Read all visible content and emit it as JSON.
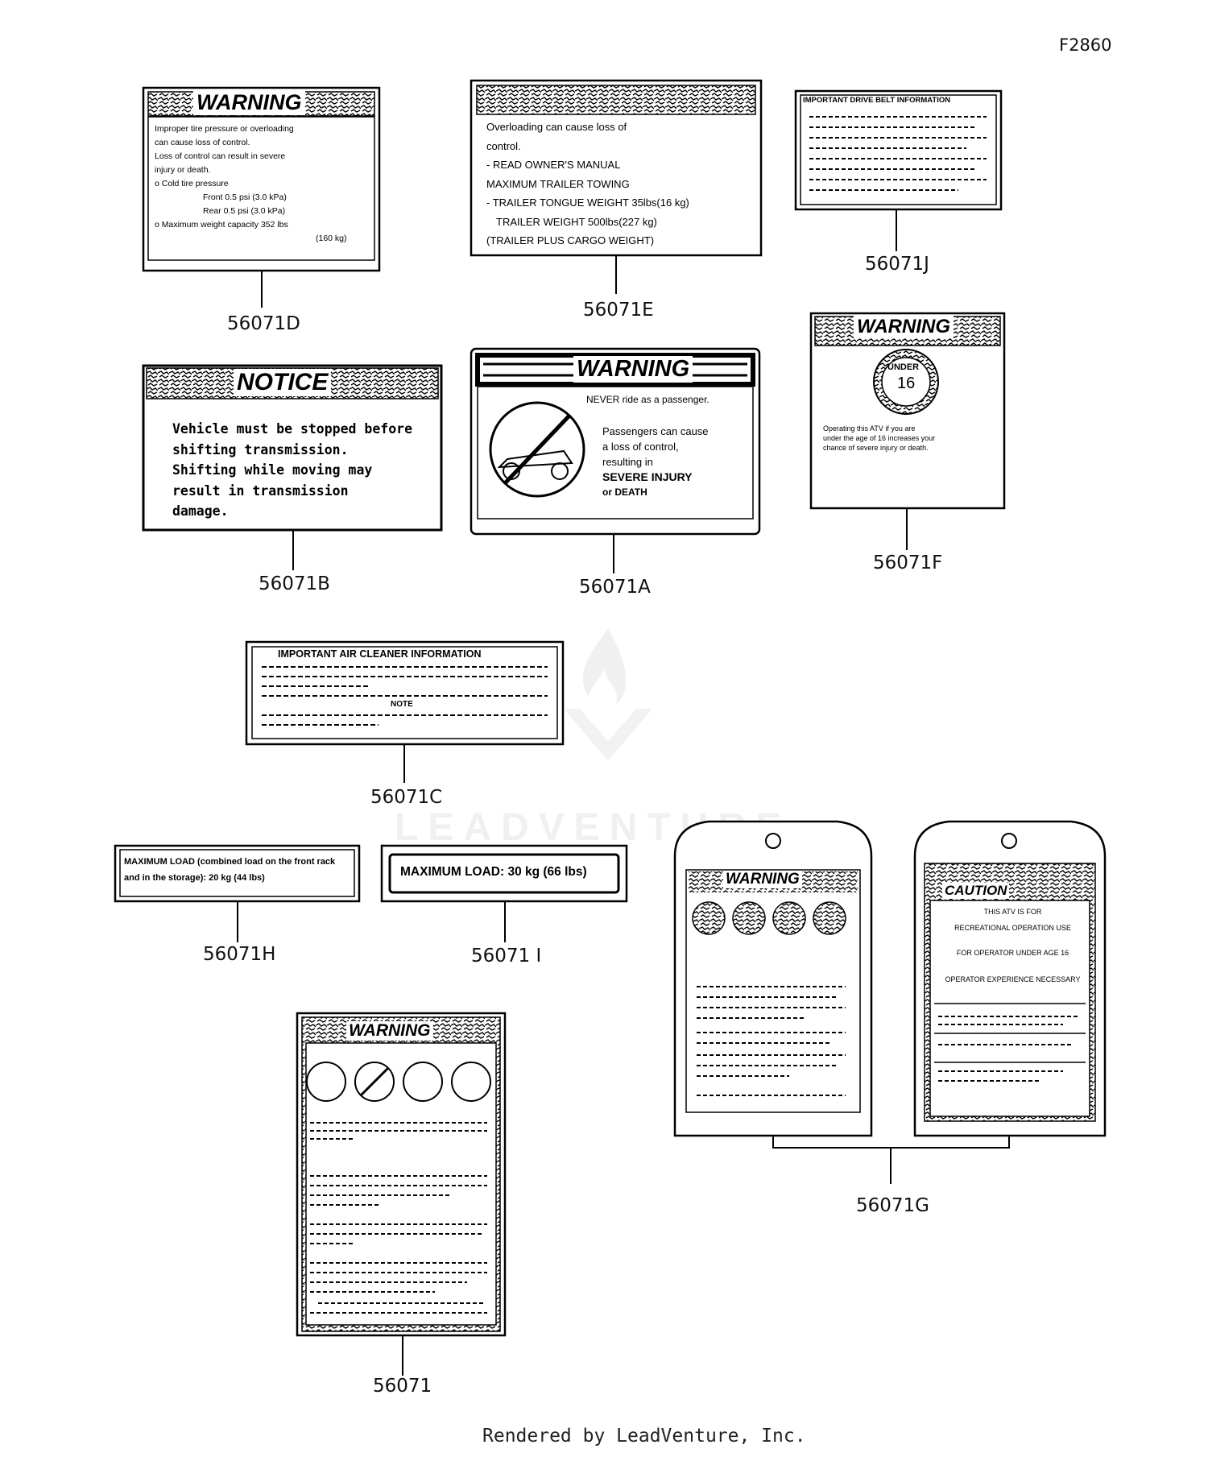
{
  "diagram_code": "F2860",
  "watermark": "LEADVENTURE",
  "footer": "Rendered by LeadVenture, Inc.",
  "parts": {
    "p56071D": "56071D",
    "p56071E": "56071E",
    "p56071J": "56071J",
    "p56071B": "56071B",
    "p56071A": "56071A",
    "p56071F": "56071F",
    "p56071C": "56071C",
    "p56071H": "56071H",
    "p56071I": "56071 I",
    "p56071": "56071",
    "p56071G": "56071G"
  },
  "labels": {
    "warning": "WARNING",
    "notice": "NOTICE",
    "d_lines": [
      "Improper tire pressure or overloading",
      "can cause loss of control.",
      "Loss of control can result in severe",
      "injury or death.",
      "o  Cold tire pressure",
      "Front 0.5 psi (3.0 kPa)",
      "Rear 0.5 psi (3.0 kPa)",
      "o  Maximum weight capacity 352 lbs",
      "(160 kg)"
    ],
    "e_lines": [
      "Overloading can cause loss of",
      "control.",
      "- READ OWNER'S MANUAL",
      "MAXIMUM TRAILER TOWING",
      "- TRAILER TONGUE WEIGHT 35lbs(16 kg)",
      "TRAILER WEIGHT            500lbs(227 kg)",
      "(TRAILER PLUS CARGO WEIGHT)"
    ],
    "b_lines": [
      "Vehicle must be stopped before",
      "shifting transmission.",
      "Shifting while moving may",
      "result in transmission",
      "damage."
    ],
    "a_never": "NEVER ride as a passenger.",
    "a_lines": [
      "Passengers can cause",
      "a loss of control,",
      "resulting in"
    ],
    "a_severe": "SEVERE INJURY",
    "a_death": "or DEATH",
    "f_badge_top": "UNDER",
    "f_badge_num": "16",
    "f_lines": [
      "Operating this ATV if you are",
      "under the age of 16 increases your",
      "chance of severe injury or death."
    ],
    "c_title": "IMPORTANT AIR CLEANER INFORMATION",
    "c_note": "NOTE",
    "h_lines": [
      "MAXIMUM LOAD (combined load on the front rack",
      "and in the storage): 20 kg (44 lbs)"
    ],
    "i_text": "MAXIMUM LOAD: 30 kg (66 lbs)",
    "j_title": "IMPORTANT DRIVE BELT INFORMATION",
    "g2_title": "CAUTION",
    "g2_lines": [
      "THIS ATV IS FOR",
      "RECREATIONAL OPERATION USE",
      "FOR OPERATOR UNDER AGE 16",
      "OPERATOR EXPERIENCE NECESSARY"
    ]
  }
}
